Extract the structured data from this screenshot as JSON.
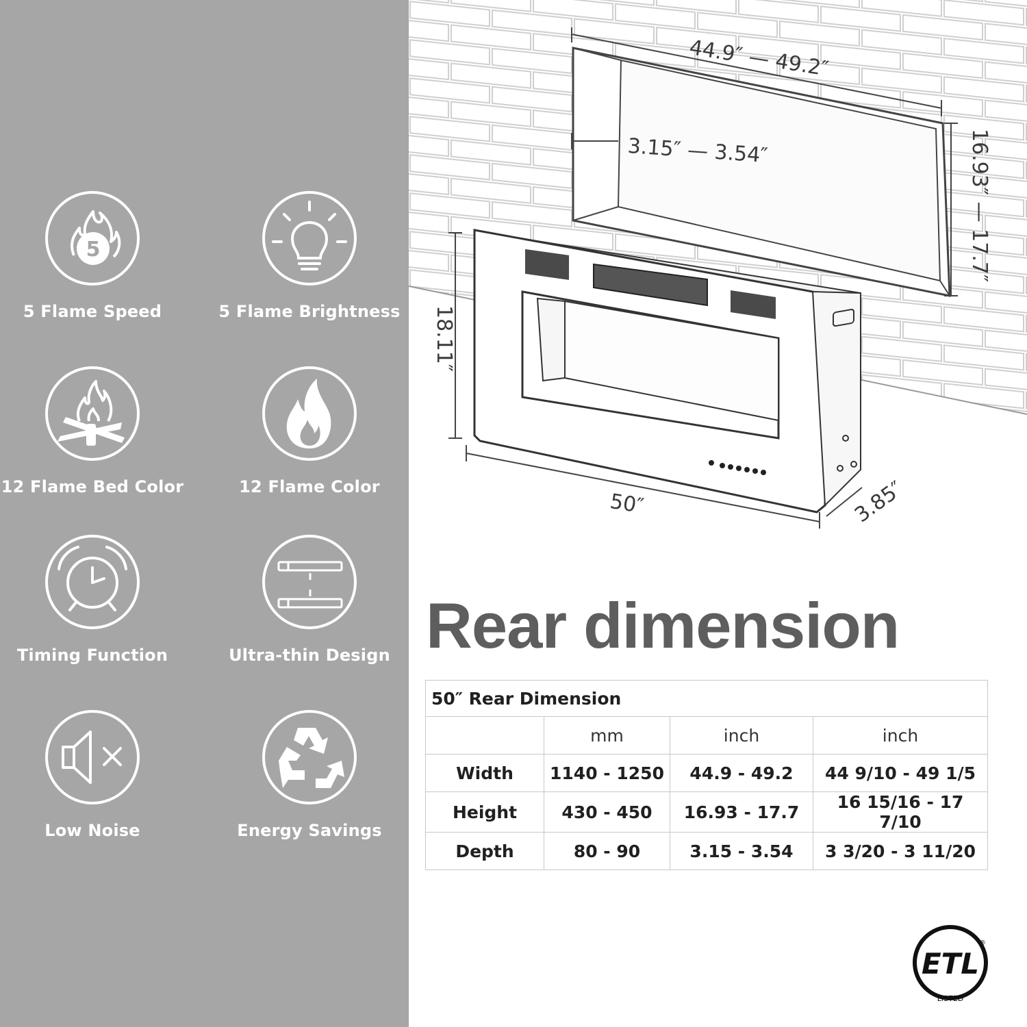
{
  "colors": {
    "left_panel": "#a6a6a6",
    "icon_stroke": "#ffffff",
    "title": "#5e5e5e"
  },
  "features": [
    {
      "label": "5 Flame Speed",
      "icon": "flame-speed-5-icon",
      "badge": "5"
    },
    {
      "label": "5 Flame Brightness",
      "icon": "light-bulb-icon"
    },
    {
      "label": "12 Flame Bed Color",
      "icon": "campfire-logs-icon"
    },
    {
      "label": "12 Flame Color",
      "icon": "flame-icon"
    },
    {
      "label": "Timing Function",
      "icon": "alarm-clock-icon"
    },
    {
      "label": "Ultra-thin Design",
      "icon": "thin-panels-icon"
    },
    {
      "label": "Low Noise",
      "icon": "speaker-mute-icon"
    },
    {
      "label": "Energy Savings",
      "icon": "recycle-icon"
    }
  ],
  "diagram": {
    "recess_width": "44.9″  — 49.2″",
    "recess_depth": "3.15″ — 3.54″",
    "recess_height": "16.93″ — 17.7″",
    "unit_height": "18.11″",
    "unit_width": "50″",
    "unit_depth": "3.85″"
  },
  "title": "Rear dimension",
  "table": {
    "caption": "50″ Rear Dimension",
    "headers": [
      "",
      "mm",
      "inch",
      "inch"
    ],
    "rows": [
      [
        "Width",
        "1140 - 1250",
        "44.9 - 49.2",
        "44 9/10 - 49 1/5"
      ],
      [
        "Height",
        "430 - 450",
        "16.93 - 17.7",
        "16 15/16 - 17 7/10"
      ],
      [
        "Depth",
        "80 - 90",
        "3.15 - 3.54",
        "3 3/20 - 3 11/20"
      ]
    ]
  },
  "certification": {
    "mark": "ETL",
    "sub": "LISTED",
    "reg": "®"
  }
}
